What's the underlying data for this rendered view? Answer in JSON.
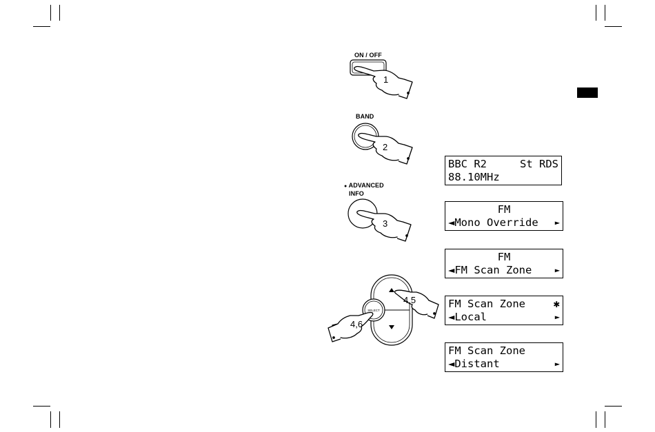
{
  "steps": {
    "on_off": {
      "button_label": "ON / OFF",
      "step": "1"
    },
    "band": {
      "button_label": "BAND",
      "step": "2"
    },
    "advanced_info": {
      "label_line1": "ADVANCED",
      "label_line2": "INFO",
      "bullet": "●",
      "step": "3"
    },
    "navigation": {
      "select_label": "SELECT",
      "step_up": "4,5",
      "step_select": "4,6"
    }
  },
  "displays": [
    {
      "line1_left": "BBC R2",
      "line1_right": "St RDS",
      "line2_left": "88.10MHz",
      "line2_right": ""
    },
    {
      "line1_center": "FM",
      "line2_left": "◄Mono Override",
      "line2_right": "►"
    },
    {
      "line1_center": "FM",
      "line2_left": "◄FM Scan Zone",
      "line2_right": "►"
    },
    {
      "line1_left": "FM Scan Zone",
      "line1_right": "✱",
      "line2_left": "◄Local",
      "line2_right": "►"
    },
    {
      "line1_left": "FM Scan Zone",
      "line1_right": "",
      "line2_left": "◄Distant",
      "line2_right": "►"
    }
  ],
  "colors": {
    "ink": "#000000",
    "paper": "#ffffff",
    "section_tab": "#000000"
  }
}
